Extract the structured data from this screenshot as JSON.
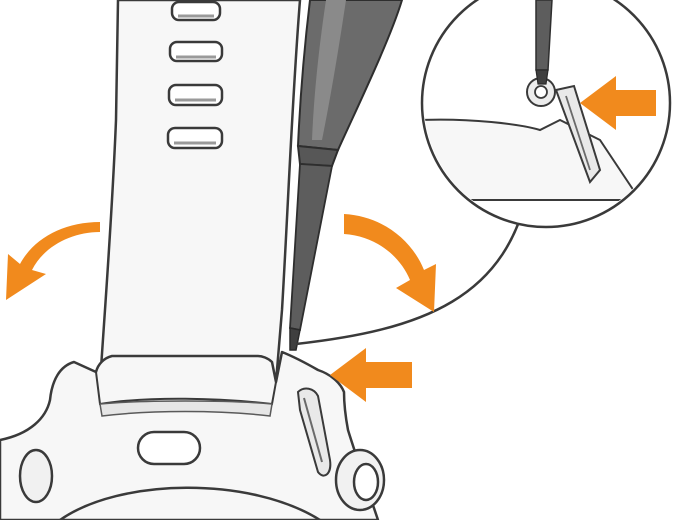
{
  "figure": {
    "subject": "watch-band-removal-with-tool",
    "colors": {
      "background": "#ffffff",
      "band_fill": "#f7f7f7",
      "outline": "#3a3a3a",
      "tool_body": "#6b6b6b",
      "tool_tip": "#3f3f3f",
      "arrow": "#f18a1d"
    },
    "parts": [
      "watch-band",
      "band-slots",
      "watch-case",
      "crown-buttons",
      "pin-removal-tool",
      "detail-callout",
      "direction-arrows"
    ]
  }
}
